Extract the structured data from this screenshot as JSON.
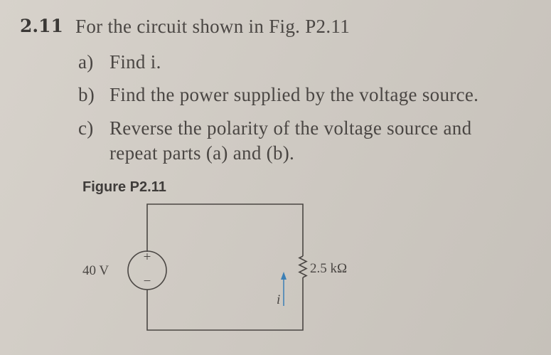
{
  "problem": {
    "number": "2.11",
    "prompt": "For the circuit shown in Fig. P2.11",
    "parts": [
      {
        "letter": "a)",
        "text": "Find i."
      },
      {
        "letter": "b)",
        "text": "Find the power supplied by the voltage source."
      },
      {
        "letter": "c)",
        "text": "Reverse the polarity of the voltage source and"
      },
      {
        "letter": "",
        "text": "repeat parts (a) and (b)."
      }
    ]
  },
  "figure": {
    "label": "Figure P2.11",
    "source_voltage": "40 V",
    "source_plus": "+",
    "source_minus": "−",
    "resistor_value": "2.5 kΩ",
    "current_label": "i",
    "colors": {
      "wire": "#4a4643",
      "current_arrow": "#3b7fb5"
    }
  }
}
